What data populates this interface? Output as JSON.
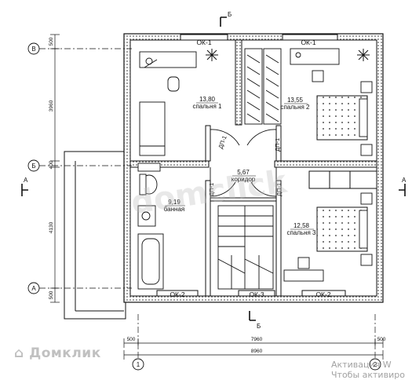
{
  "sections": {
    "top": "Б",
    "bottom": "Б",
    "left": "А",
    "right": "А"
  },
  "axes": {
    "b_top": "В",
    "b_mid": "Б",
    "a": "А",
    "col1": "1",
    "col2": "2"
  },
  "windows": [
    "ОК-1",
    "ОК-1",
    "ОК-2",
    "ОК-3",
    "ОК-2"
  ],
  "doors": [
    "ДП-1",
    "ДП-1",
    "ДП-1",
    "ДП-1"
  ],
  "rooms": [
    {
      "area": "13,80",
      "name": "спальня 1"
    },
    {
      "area": "13,55",
      "name": "спальня 2"
    },
    {
      "area": "5,67",
      "name": "коридор"
    },
    {
      "area": "9,19",
      "name": "банная"
    },
    {
      "area": "12,58",
      "name": "спальня 3"
    }
  ],
  "dims": {
    "left_top": "500",
    "left_main": "3960",
    "left_mid": "400",
    "left_low": "4130",
    "left_bot": "500",
    "bottom_left": "500",
    "bottom_mid": "7960",
    "bottom_right": "500",
    "bottom_total": "8960"
  },
  "watermark": {
    "brand": "Домклик",
    "center": "domclick"
  },
  "activation": {
    "line1": "Активация W",
    "line2": "Чтобы активиро"
  }
}
